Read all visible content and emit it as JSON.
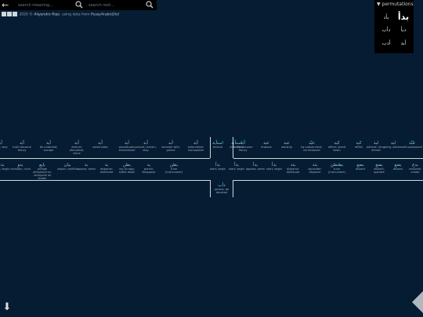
{
  "header": {
    "back_icon": "←",
    "search_meaning_placeholder": "search meaning...",
    "search_root_placeholder": "search root...",
    "search_icon": "magnifier-icon"
  },
  "credits": {
    "prefix": "2020 © ",
    "author": "Alejandro Rojo",
    "middle": ". using data from ",
    "source": "PussyArabicDict"
  },
  "permutations": {
    "title": "permutations",
    "toggle": "▼",
    "items": [
      "بدأ",
      "بأد",
      "دبأ",
      "دأب",
      "أبد",
      "أدب"
    ],
    "selected": "بدأ"
  },
  "tree": {
    "top_row": [
      {
        "ar": "أبد",
        "en": "make; stay"
      },
      {
        "ar": "آبَد",
        "en": "truth become frenzy"
      },
      {
        "ar": "أبد",
        "en": "be untamed; escape"
      },
      {
        "ar": "أبد",
        "en": "eternal; eternalize; shine"
      },
      {
        "ar": "أبد",
        "en": "externalize"
      },
      {
        "ar": "أبد",
        "en": "perpetuate; immortalize"
      },
      {
        "ar": "أبد",
        "en": "persist; remain; stay"
      },
      {
        "ar": "أبد",
        "en": "become wild; grieve"
      },
      {
        "ar": "آبَد",
        "en": "externalize; monopolize"
      },
      {
        "ar": "استأبد",
        "en": "endure"
      },
      {
        "ar": "استأبد",
        "en": "eternalize"
      },
      {
        "ar": "آبَد",
        "en": "truth; become frenzy"
      },
      {
        "ar": "عبد",
        "en": "enslave"
      },
      {
        "ar": "عبد",
        "en": "worship"
      },
      {
        "ar": "عبّد",
        "en": "be subservient; be enslaved"
      },
      {
        "ar": "كبد",
        "en": "affect; stand down"
      },
      {
        "ar": "كبد",
        "en": "afflict"
      },
      {
        "ar": "لبد",
        "en": "adhere; cling; remain"
      },
      {
        "ar": "لبد",
        "en": "cling; adhere"
      },
      {
        "ar": "تلبّد",
        "en": "self-possessed"
      }
    ],
    "center": [
      {
        "ar": "بدأ",
        "en": "start; begin"
      },
      {
        "ar": "بدأ",
        "en": "start; begin"
      }
    ],
    "bottom_row": [
      {
        "ar": "بدء",
        "en": "start; begin"
      },
      {
        "ar": "بدو",
        "en": "nomadic; rural"
      },
      {
        "ar": "بايع",
        "en": "pledge allegiance to; recognize as leader"
      },
      {
        "ar": "بيان",
        "en": "dispel; conflict"
      },
      {
        "ar": "بد",
        "en": "appear; seem"
      },
      {
        "ar": "بد",
        "en": "disperse; distribute"
      },
      {
        "ar": "بطن",
        "en": "lay an egg; settle down"
      },
      {
        "ar": "بد",
        "en": "perish; disappear"
      },
      {
        "ar": "بطن",
        "en": "tune (instrument)"
      },
      {
        "ar": "بدأ",
        "en": "start; begin"
      },
      {
        "ar": "بدأ",
        "en": "start; begin"
      },
      {
        "ar": "بدأ",
        "en": "appear; seem"
      },
      {
        "ar": "بدأ",
        "en": "start; begin"
      },
      {
        "ar": "بدد",
        "en": "disperse; distribute"
      },
      {
        "ar": "بدد",
        "en": "squander; disperse"
      },
      {
        "ar": "بطنطن",
        "en": "tune (instrument)"
      },
      {
        "ar": "بضع",
        "en": "dissect"
      },
      {
        "ar": "بضع",
        "en": "dissect; operate"
      },
      {
        "ar": "بضع",
        "en": "dissect"
      },
      {
        "ar": "بدع",
        "en": "innovate; create"
      }
    ],
    "below": {
      "ar": "دأب",
      "en": "persist; be devoted"
    }
  },
  "footer": {
    "download_icon": "⬇"
  }
}
